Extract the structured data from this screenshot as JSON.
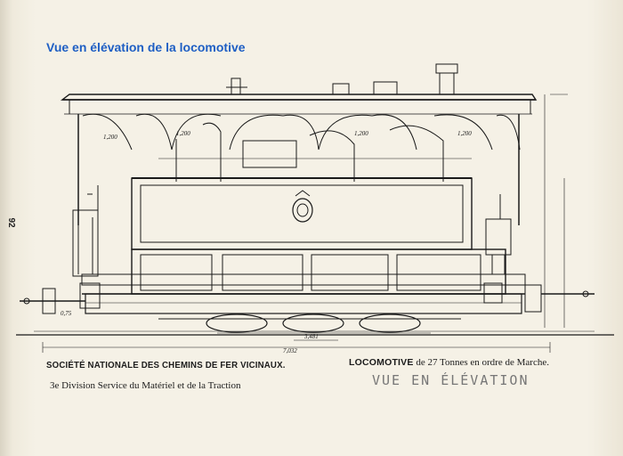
{
  "heading": "Vue en élévation de la locomotive",
  "page_number": "92",
  "captions": {
    "company": "SOCIÉTÉ NATIONALE DES CHEMINS DE FER VICINAUX.",
    "division": "3e Division Service du Matériel et de la Traction",
    "locomotive_bold": "LOCOMOTIVE",
    "locomotive_rest": " de 27 Tonnes en ordre de Marche.",
    "view": "VUE EN ÉLÉVATION"
  },
  "dimensions": {
    "overall_length": "7,032",
    "wheelbase": "3,481",
    "left_overhang": "0,75",
    "roof_span_1": "1,200",
    "roof_span_2": "1,200",
    "roof_span_3": "1,200",
    "roof_span_4": "1,200"
  },
  "colors": {
    "heading": "#1f5fc4",
    "ink": "#1a1a1a",
    "paper": "#f5f1e6"
  }
}
